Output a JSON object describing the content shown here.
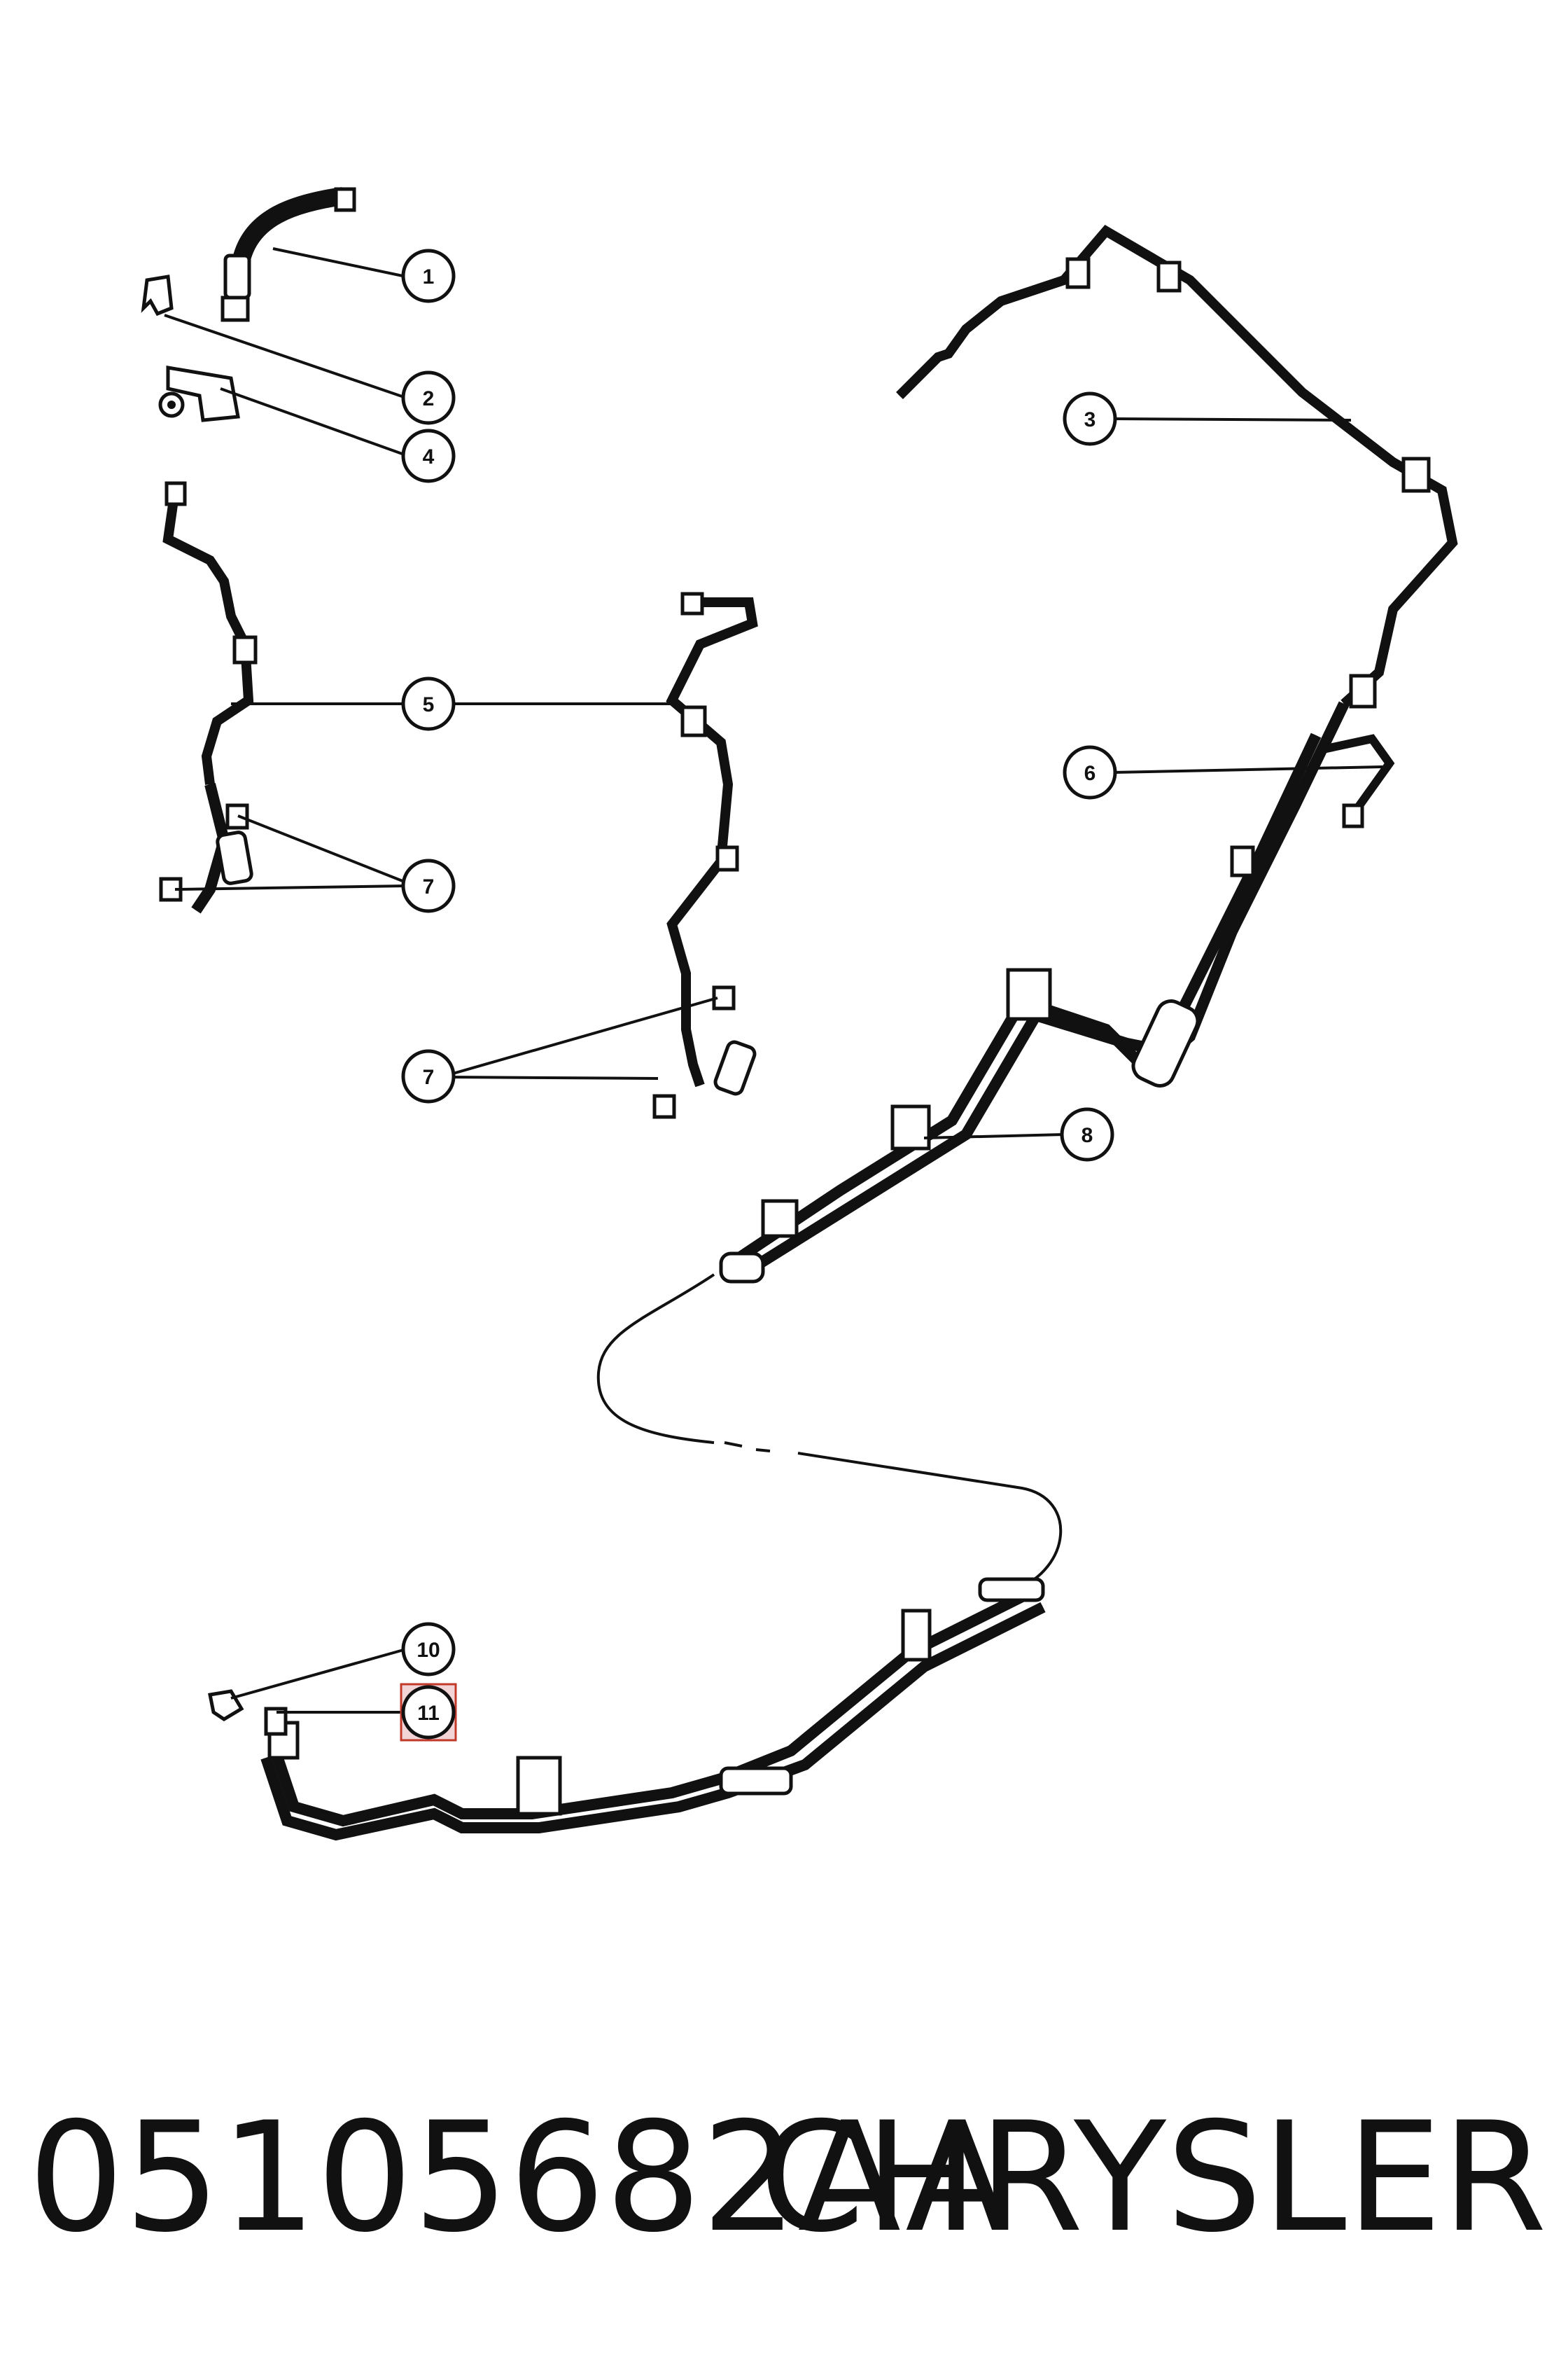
{
  "callouts": [
    "1",
    "2",
    "3",
    "4",
    "5",
    "6",
    "7",
    "7",
    "8",
    "10",
    "11"
  ],
  "highlighted_callout": "11",
  "footer": {
    "part_number": "05105682AA",
    "brand": "CHRYSLER"
  },
  "colors": {
    "ink": "#111111",
    "highlight_fill": "#f2d4d7",
    "highlight_border": "#c0392b"
  }
}
